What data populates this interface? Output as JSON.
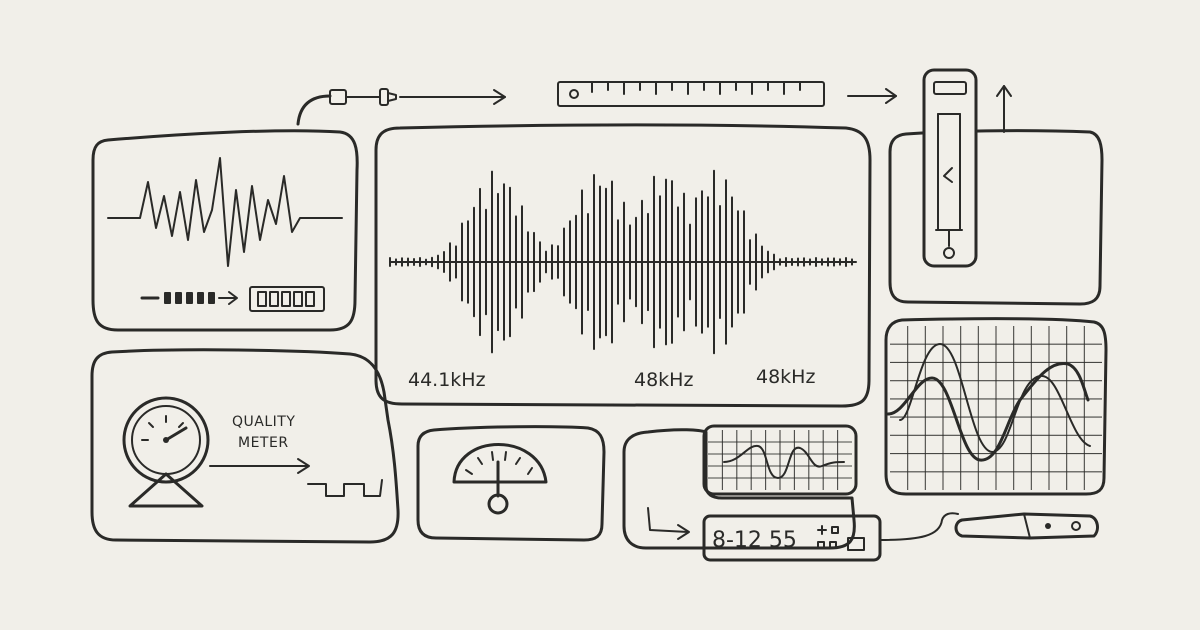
{
  "labels": {
    "freq_left": "44.1kHz",
    "freq_mid": "48kHz",
    "freq_right": "48kHz",
    "quality_line1": "QUALITY",
    "quality_line2": "METER",
    "readout": "8-12 55"
  },
  "icons": [
    "audio-plug-icon",
    "ruler-slider-icon",
    "arrow-right-icon",
    "arrow-up-icon",
    "vertical-fader-icon",
    "analog-gauge-icon",
    "dial-meter-icon",
    "oscilloscope-icon",
    "usb-stick-icon",
    "signal-waveform-icon"
  ],
  "colors": {
    "paper": "#f1efe9",
    "ink": "#2a2a28"
  }
}
